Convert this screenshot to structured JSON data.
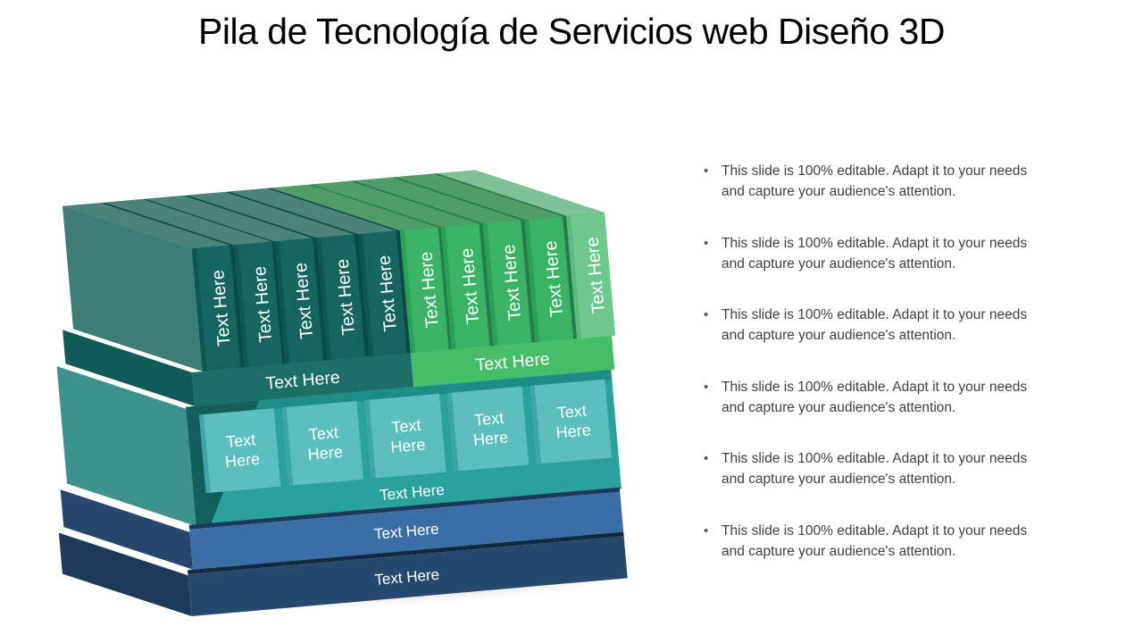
{
  "slide": {
    "title": "Pila de Tecnología de Servicios web Diseño 3D"
  },
  "bullet_glyph": "•",
  "bullets": [
    {
      "text": "This slide is 100% editable. Adapt it to your needs and capture your audience's attention."
    },
    {
      "text": "This slide is 100% editable. Adapt it to your needs and capture your audience's attention."
    },
    {
      "text": "This slide is 100% editable. Adapt it to your needs and capture your audience's attention."
    },
    {
      "text": "This slide is 100% editable. Adapt it to your needs and capture your audience's attention."
    },
    {
      "text": "This slide is 100% editable. Adapt it to your needs and capture your audience's attention."
    },
    {
      "text": "This slide is 100% editable. Adapt it to your needs and capture your audience's attention."
    }
  ],
  "stack": {
    "columns": [
      {
        "label": "Text Here"
      },
      {
        "label": "Text Here"
      },
      {
        "label": "Text Here"
      },
      {
        "label": "Text Here"
      },
      {
        "label": "Text Here"
      },
      {
        "label": "Text Here"
      },
      {
        "label": "Text Here"
      },
      {
        "label": "Text Here"
      },
      {
        "label": "Text Here"
      },
      {
        "label": "Text Here"
      }
    ],
    "band_dark": {
      "label": "Text Here"
    },
    "band_green": {
      "label": "Text Here"
    },
    "boxes": [
      {
        "line1": "Text",
        "line2": "Here"
      },
      {
        "line1": "Text",
        "line2": "Here"
      },
      {
        "line1": "Text",
        "line2": "Here"
      },
      {
        "line1": "Text",
        "line2": "Here"
      },
      {
        "line1": "Text",
        "line2": "Here"
      }
    ],
    "teal_band": {
      "label": "Text Here"
    },
    "blue_band": {
      "label": "Text Here"
    },
    "navy_band": {
      "label": "Text Here"
    }
  },
  "colors": {
    "column_dark": "#16655f",
    "column_green": "#3ab364",
    "column_light": "#6fc98e",
    "band_dark": "#1b6f67",
    "band_green": "#46be69",
    "teal_layer": "#2ba19d",
    "box_cyan": "#5dbebe",
    "blue_layer": "#3c6ea6",
    "navy_layer": "#264a6e",
    "title_text": "#000000",
    "body_text": "#404040",
    "label_text": "#ffffff"
  }
}
